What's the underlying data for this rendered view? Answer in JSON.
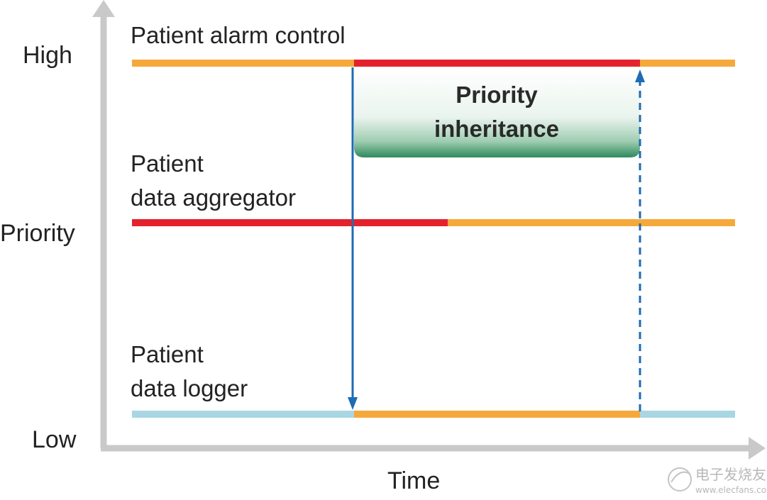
{
  "axes": {
    "high_label": "High",
    "priority_label": "Priority",
    "low_label": "Low",
    "time_label": "Time"
  },
  "tasks": {
    "alarm_control": "Patient alarm control",
    "aggregator_line1": "Patient",
    "aggregator_line2": "data aggregator",
    "logger_line1": "Patient",
    "logger_line2": "data logger"
  },
  "annotation": {
    "line1": "Priority",
    "line2": "inheritance"
  },
  "watermark": {
    "text_cn": "电子发烧友",
    "text_url": "www.elecfans.com"
  },
  "colors": {
    "axis": "#c9c9c9",
    "waiting_orange": "#f5a93b",
    "running_red": "#e4222e",
    "idle_blue": "#a9d6e3",
    "arrow_blue": "#1f6bb4",
    "box_green": "#2f8a5c"
  }
}
